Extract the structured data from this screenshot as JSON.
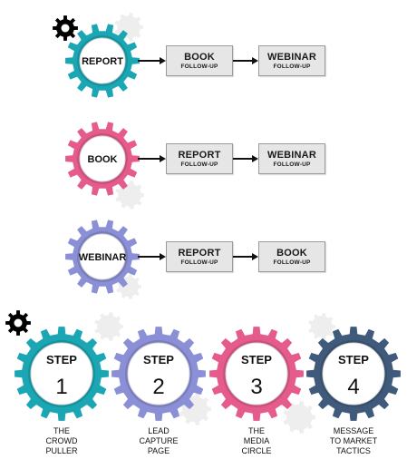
{
  "colors": {
    "teal": "#1aa6b3",
    "pink": "#e55c8c",
    "lavender": "#8a8fd6",
    "navy": "#3f5a7a",
    "box_fill": "#e6e6e6"
  },
  "icons": [
    "gear-icon"
  ],
  "rows": [
    {
      "center": "REPORT",
      "color": "teal",
      "boxes": [
        {
          "big": "BOOK",
          "small": "FOLLOW-UP"
        },
        {
          "big": "WEBINAR",
          "small": "FOLLOW-UP"
        }
      ]
    },
    {
      "center": "BOOK",
      "color": "pink",
      "boxes": [
        {
          "big": "REPORT",
          "small": "FOLLOW-UP"
        },
        {
          "big": "WEBINAR",
          "small": "FOLLOW-UP"
        }
      ]
    },
    {
      "center": "WEBINAR",
      "color": "lavender",
      "boxes": [
        {
          "big": "REPORT",
          "small": "FOLLOW-UP"
        },
        {
          "big": "BOOK",
          "small": "FOLLOW-UP"
        }
      ]
    }
  ],
  "steps": [
    {
      "label": "STEP",
      "number": "1",
      "color": "teal",
      "caption": [
        "THE",
        "CROWD",
        "PULLER"
      ]
    },
    {
      "label": "STEP",
      "number": "2",
      "color": "lavender",
      "caption": [
        "LEAD",
        "CAPTURE",
        "PAGE"
      ]
    },
    {
      "label": "STEP",
      "number": "3",
      "color": "pink",
      "caption": [
        "THE",
        "MEDIA",
        "CIRCLE"
      ]
    },
    {
      "label": "STEP",
      "number": "4",
      "color": "navy",
      "caption": [
        "MESSAGE",
        "TO MARKET",
        "TACTICS"
      ]
    }
  ]
}
